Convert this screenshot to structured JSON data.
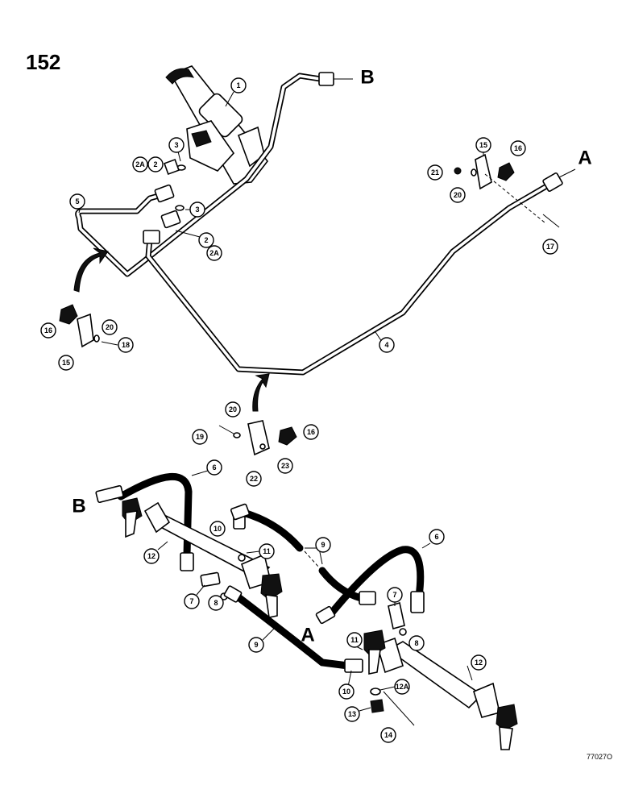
{
  "page_number": "152",
  "figure_number": "77027O",
  "connection_labels": {
    "a": "A",
    "b": "B"
  },
  "callouts": [
    "1",
    "2A",
    "2",
    "3",
    "3",
    "2",
    "2A",
    "5",
    "4",
    "15",
    "16",
    "21",
    "20",
    "17",
    "16",
    "20",
    "15",
    "18",
    "20",
    "19",
    "16",
    "23",
    "22",
    "6",
    "12",
    "10",
    "11",
    "9",
    "6",
    "7",
    "8",
    "7",
    "8",
    "9",
    "11",
    "12",
    "10",
    "12A",
    "13",
    "14"
  ]
}
